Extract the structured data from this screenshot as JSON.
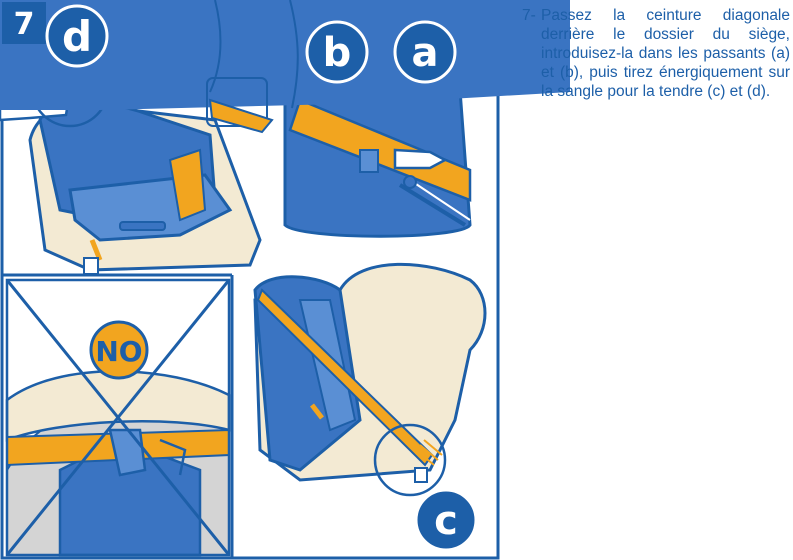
{
  "step": {
    "number": "7",
    "instruction": "Passez la ceinture diagonale derrière le dossier du siège, introduisez-la dans les passants (a) et (b), puis tirez énergiquement sur la sangle pour la tendre (c) et (d)."
  },
  "labels": {
    "a": "a",
    "b": "b",
    "c": "c",
    "d": "d",
    "no": "NO"
  },
  "colors": {
    "blue_dark": "#1d5fa8",
    "blue_mid": "#3a74c2",
    "blue_light": "#5a8fd4",
    "belt_orange": "#f2a51f",
    "seat_cream": "#f3ead3",
    "gray": "#d4d4d4"
  }
}
